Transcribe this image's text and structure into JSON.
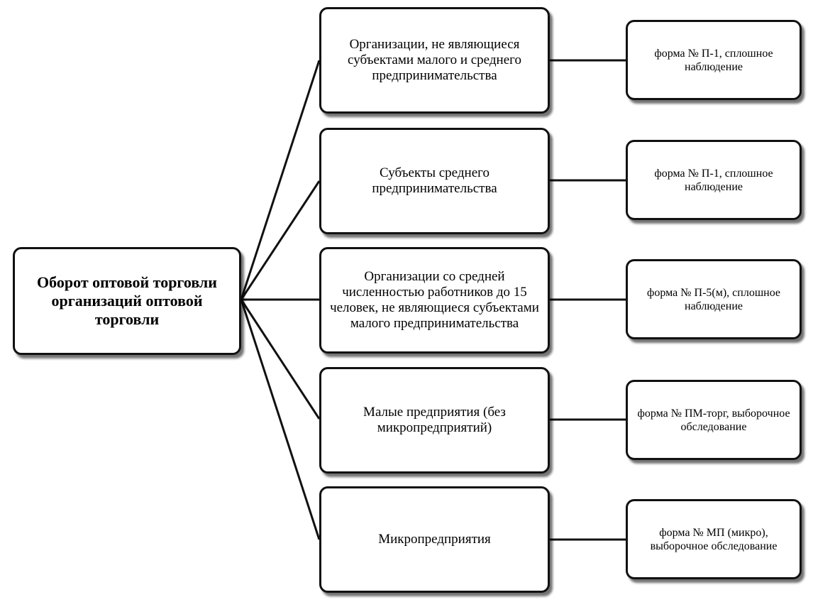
{
  "root": {
    "label": "Оборот оптовой торговли организаций оптовой торговли"
  },
  "categories": [
    {
      "label": "Организации, не являющиеся субъектами малого и среднего предпринимательства",
      "form": "форма № П-1, сплошное наблюдение"
    },
    {
      "label": "Субъекты среднего предпринимательства",
      "form": "форма № П-1, сплошное наблюдение"
    },
    {
      "label": "Организации со средней численностью работников до 15 человек,  не являющиеся субъектами малого предпринимательства",
      "form": "форма № П-5(м), сплошное наблюдение"
    },
    {
      "label": "Малые предприятия (без микропредприятий)",
      "form": "форма № ПМ-торг, выборочное обследование"
    },
    {
      "label": "Микропредприятия",
      "form": "форма № МП (микро), выборочное обследование"
    }
  ]
}
